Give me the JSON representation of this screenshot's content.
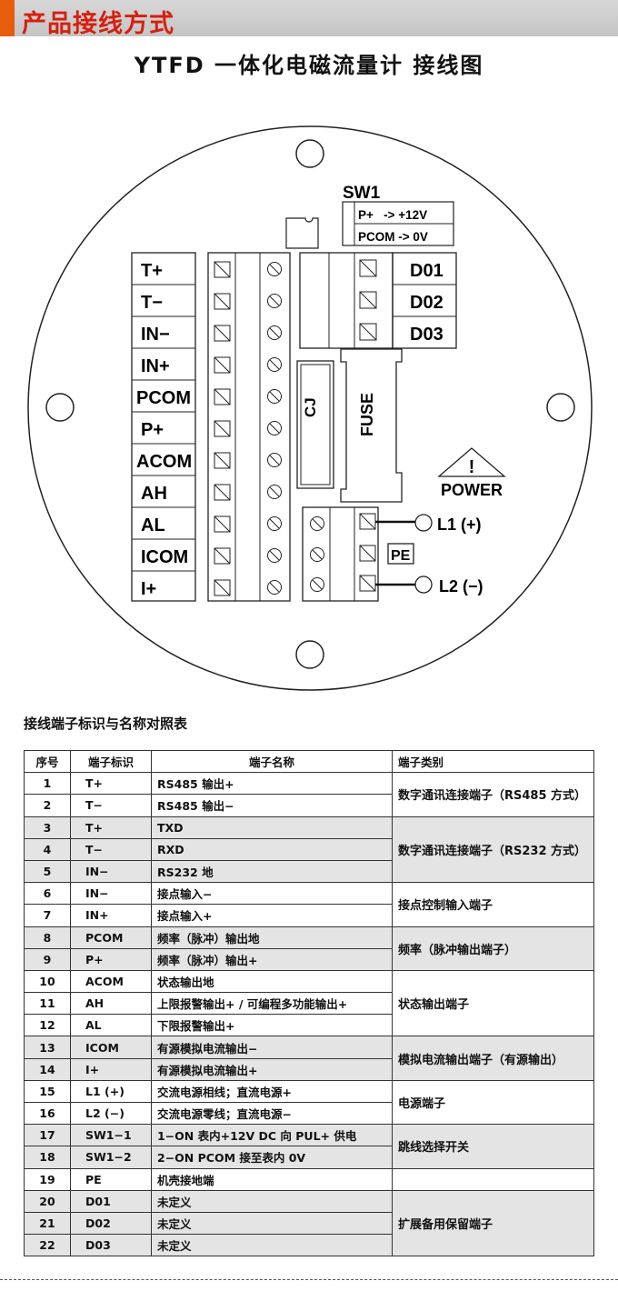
{
  "header": {
    "title": "产品接线方式"
  },
  "diagram": {
    "title": "YTFD 一体化电磁流量计 接线图",
    "left_terminals": [
      "T+",
      "T−",
      "IN−",
      "IN+",
      "PCOM",
      "P+",
      "ACOM",
      "AH",
      "AL",
      "ICOM",
      "I+"
    ],
    "sw1": {
      "label": "SW1",
      "rows": [
        "P+   -> +12V",
        "PCOM -> 0V"
      ]
    },
    "right_terminals": [
      "D01",
      "D02",
      "D03"
    ],
    "cj_label": "CJ",
    "fuse_label": "FUSE",
    "power_label": "POWER",
    "warning_symbol": "!",
    "pe_label": "PE",
    "l1_label": "L1 (+)",
    "l2_label": "L2 (−)"
  },
  "table": {
    "title": "接线端子标识与名称对照表",
    "headers": [
      "序号",
      "端子标识",
      "端子名称",
      "端子类别"
    ],
    "rows": [
      {
        "no": "1",
        "mark": "T+",
        "name": "RS485 输出+"
      },
      {
        "no": "2",
        "mark": "T−",
        "name": "RS485 输出−"
      },
      {
        "no": "3",
        "mark": "T+",
        "name": "TXD"
      },
      {
        "no": "4",
        "mark": "T−",
        "name": "RXD"
      },
      {
        "no": "5",
        "mark": "IN−",
        "name": "RS232 地"
      },
      {
        "no": "6",
        "mark": "IN−",
        "name": "接点输入−"
      },
      {
        "no": "7",
        "mark": "IN+",
        "name": "接点输入+"
      },
      {
        "no": "8",
        "mark": "PCOM",
        "name": "频率（脉冲）输出地"
      },
      {
        "no": "9",
        "mark": "P+",
        "name": "频率（脉冲）输出+"
      },
      {
        "no": "10",
        "mark": "ACOM",
        "name": "状态输出地"
      },
      {
        "no": "11",
        "mark": "AH",
        "name": "上限报警输出+ / 可编程多功能输出+"
      },
      {
        "no": "12",
        "mark": "AL",
        "name": "下限报警输出+"
      },
      {
        "no": "13",
        "mark": "ICOM",
        "name": "有源模拟电流输出−"
      },
      {
        "no": "14",
        "mark": "I+",
        "name": "有源模拟电流输出+"
      },
      {
        "no": "15",
        "mark": "L1 (+)",
        "name": "交流电源相线；直流电源+"
      },
      {
        "no": "16",
        "mark": "L2 (−)",
        "name": "交流电源零线；直流电源−"
      },
      {
        "no": "17",
        "mark": "SW1−1",
        "name": "1−ON 表内+12V DC 向 PUL+ 供电"
      },
      {
        "no": "18",
        "mark": "SW1−2",
        "name": "2−ON PCOM 接至表内 0V"
      },
      {
        "no": "19",
        "mark": "PE",
        "name": "机壳接地端"
      },
      {
        "no": "20",
        "mark": "D01",
        "name": "未定义"
      },
      {
        "no": "21",
        "mark": "D02",
        "name": "未定义"
      },
      {
        "no": "22",
        "mark": "D03",
        "name": "未定义"
      }
    ],
    "categories": [
      "数字通讯连接端子（RS485 方式）",
      "数字通讯连接端子（RS232 方式）",
      "接点控制输入端子",
      "频率（脉冲输出端子）",
      "状态输出端子",
      "模拟电流输出端子（有源输出）",
      "电源端子",
      "跳线选择开关",
      "",
      "扩展备用保留端子"
    ]
  }
}
